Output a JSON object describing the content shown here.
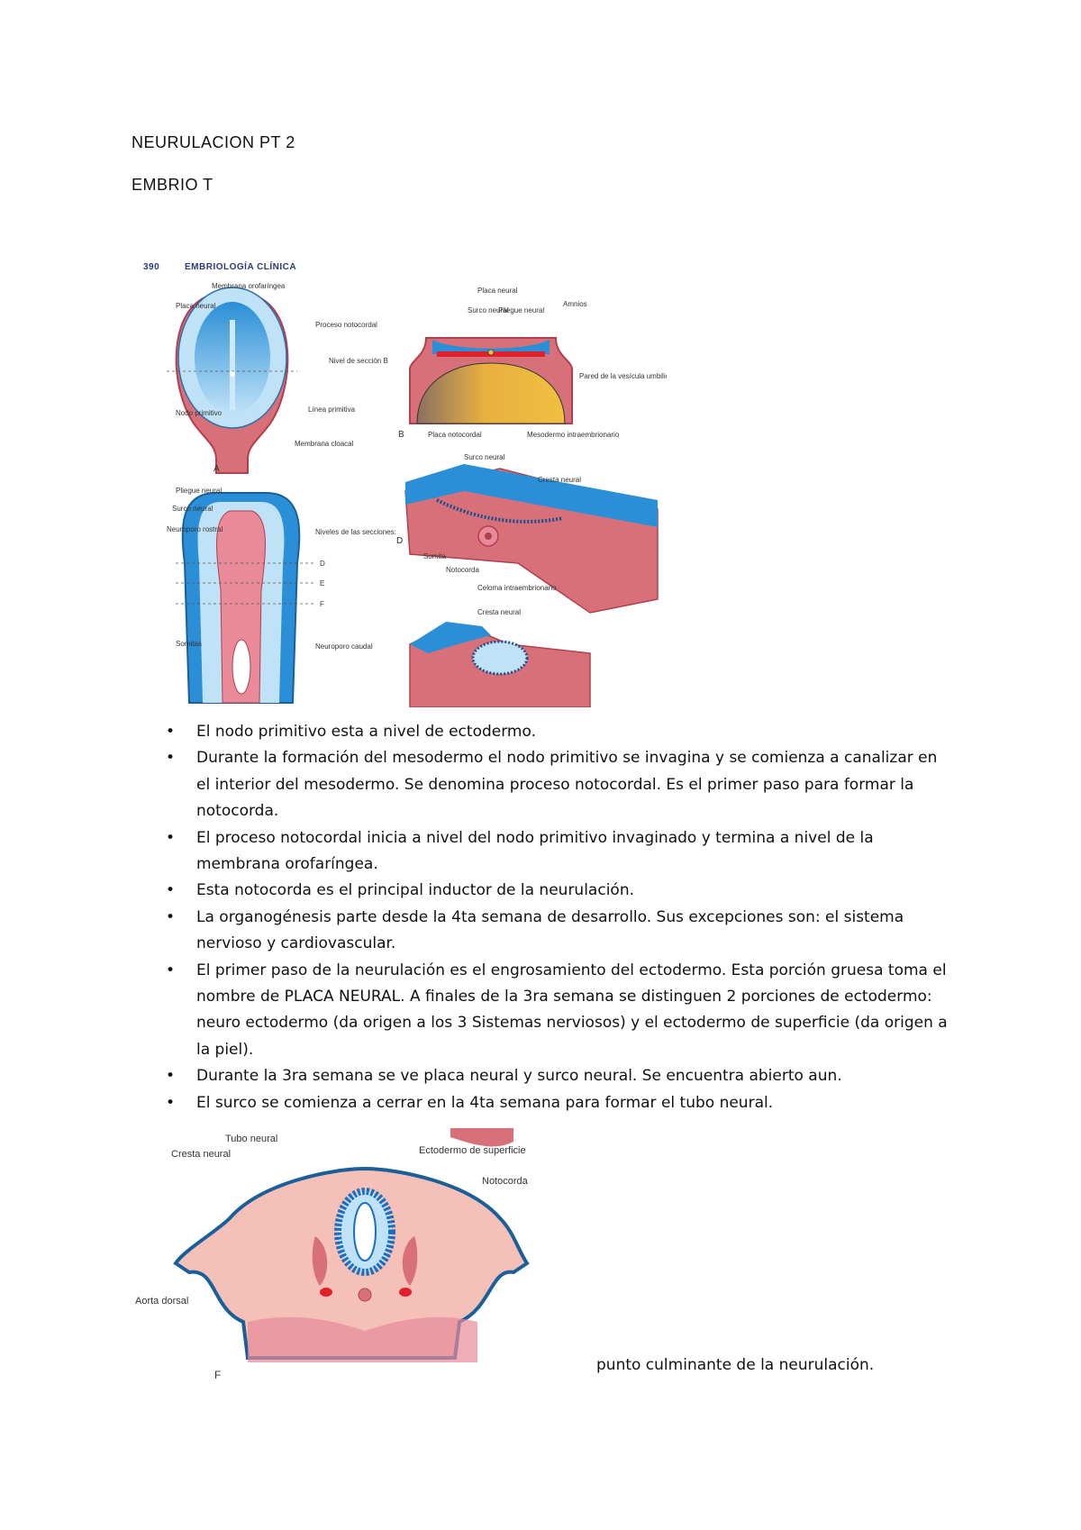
{
  "document": {
    "title": "NEURULACION PT 2",
    "subtitle": "EMBRIO T"
  },
  "figure_top": {
    "page_number": "390",
    "book_title": "EMBRIOLOGÍA CLÍNICA",
    "panel_A": {
      "letter": "A",
      "labels": [
        "Membrana orofaríngea",
        "Placa neural",
        "Proceso notocordal",
        "Nivel de sección B",
        "Línea primitiva",
        "Nodo primitivo",
        "Membrana cloacal"
      ]
    },
    "panel_B": {
      "letter": "B",
      "labels": [
        "Placa neural",
        "Surco neural",
        "Pliegue neural",
        "Amnios",
        "Pared de la vesícula umbilical",
        "Placa notocordal",
        "Mesodermo intraembrionario"
      ]
    },
    "panel_C": {
      "labels": [
        "Pliegue neural",
        "Surco neural",
        "Neuroporo rostral",
        "Niveles de las secciones:",
        "D",
        "E",
        "F",
        "Somitas",
        "Neuroporo caudal"
      ]
    },
    "panel_D": {
      "letter": "D",
      "labels": [
        "Surco neural",
        "Cresta neural",
        "Somita",
        "Notocorda",
        "Celoma intraembrionario"
      ]
    },
    "panel_E": {
      "labels": [
        "Cresta neural"
      ]
    }
  },
  "bullets": [
    "El nodo primitivo esta a nivel de ectodermo.",
    "Durante la formación del mesodermo el nodo primitivo se invagina y se comienza a canalizar en el interior del mesodermo. Se denomina proceso notocordal. Es el primer paso para formar la notocorda.",
    "El proceso notocordal inicia a nivel del nodo primitivo invaginado y termina a nivel de la membrana orofaríngea.",
    "Esta notocorda es el principal inductor de la neurulación.",
    "La organogénesis parte desde la 4ta semana de desarrollo. Sus excepciones son: el sistema nervioso y cardiovascular.",
    "El primer paso de la neurulación es el engrosamiento del ectodermo. Esta porción gruesa toma el nombre de PLACA NEURAL. A finales de la 3ra semana se distinguen 2 porciones de ectodermo: neuro ectodermo (da origen a los 3 Sistemas nerviosos) y el ectodermo de superficie (da origen a la piel).",
    "Durante la 3ra semana se ve placa neural y surco neural. Se encuentra abierto aun.",
    "El surco se comienza a cerrar en la 4ta semana para formar el tubo neural."
  ],
  "figure_bottom": {
    "letter": "F",
    "labels": [
      "Tubo neural",
      "Cresta neural",
      "Ectodermo de superficie",
      "Notocorda",
      "Aorta dorsal"
    ]
  },
  "caption": "punto culminante de la neurulación."
}
